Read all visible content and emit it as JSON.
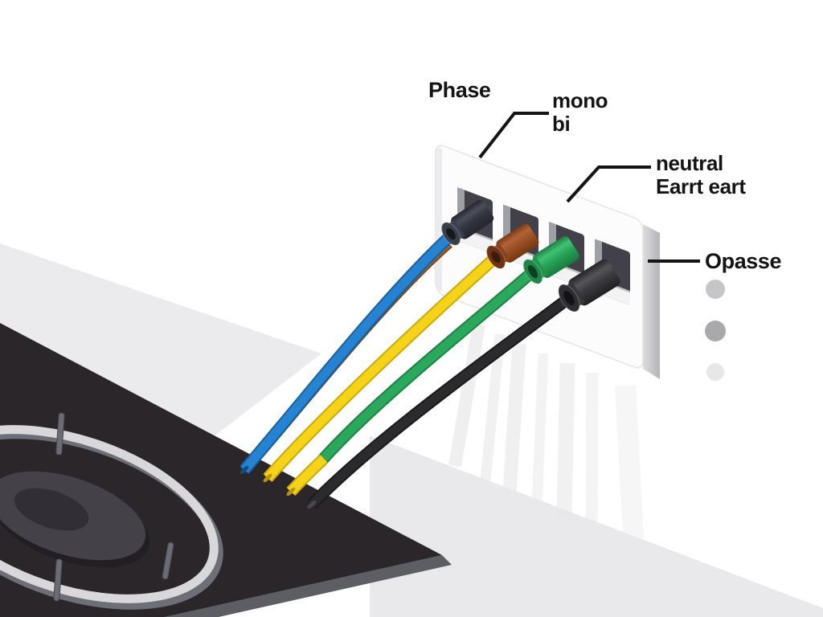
{
  "labels": {
    "phase": "Phase",
    "mono": "mono",
    "bi": "bi",
    "neutral": "neutral",
    "earth": "Earrt eart",
    "opasse": "Opasse"
  },
  "background": {
    "wall": "#ffffff",
    "counter_upper": "#ebebed",
    "counter_lower": "#e9e9eb",
    "ghost_streak": "#e8e8ea"
  },
  "cooktop": {
    "surface": "#2a2629",
    "side": "#5d5d64",
    "burner_ring": "#d8d8db",
    "burner_ring_shadow": "#6e6e76",
    "disc": "#454149",
    "disc_shadow": "#221f24",
    "center": "#322e36",
    "prong": "#6b6b73"
  },
  "plate": {
    "face": "#fcfcfd",
    "edge_shade": "#ececef",
    "slot_fill": "#42414a",
    "slot_wall": "#9fa0a6",
    "slot_sill": "#f3f3f4"
  },
  "wires": {
    "brown": {
      "name": "brown wire",
      "color": "#9a6130",
      "outline": "#7a4a21",
      "tip": "#6e4318"
    },
    "blue": {
      "name": "blue wire",
      "color": "#2583d2",
      "outline": "#17619f",
      "tip": "#124f80"
    },
    "yellow": {
      "name": "yellow wire",
      "color": "#f5d316",
      "outline": "#cfa80c",
      "tip": "#b8940a"
    },
    "green": {
      "name": "green wire",
      "color": "#2aa85c",
      "outline": "#1d8344",
      "tip": "#17693a"
    },
    "sleeve": {
      "name": "yellow earth sleeve",
      "color": "#f5d316",
      "outline": "#cfa80c",
      "tip": "#b8940a"
    },
    "black": {
      "name": "black wire",
      "color": "#2b2b2e",
      "outline": "#1a1a1d",
      "tip": "#47474c"
    }
  },
  "connectors": {
    "navy": {
      "ring": "#3a3e48",
      "hole": "#16181d",
      "neck": "#3a4052"
    },
    "brown": {
      "ring": "#6d3312",
      "hole": "#3a1c0a",
      "neck": "#8a421b"
    },
    "green": {
      "ring": "#1f8746",
      "hole": "#0d3f22",
      "neck": "#23954f"
    },
    "black": {
      "ring": "#2e2e32",
      "hole": "#121214",
      "neck": "#37373b"
    }
  },
  "annotation": {
    "line_color": "#141414"
  },
  "dots": [
    {
      "color": "#c6c6c8"
    },
    {
      "color": "#a9a9ab"
    },
    {
      "color": "#e7e7e8"
    }
  ]
}
